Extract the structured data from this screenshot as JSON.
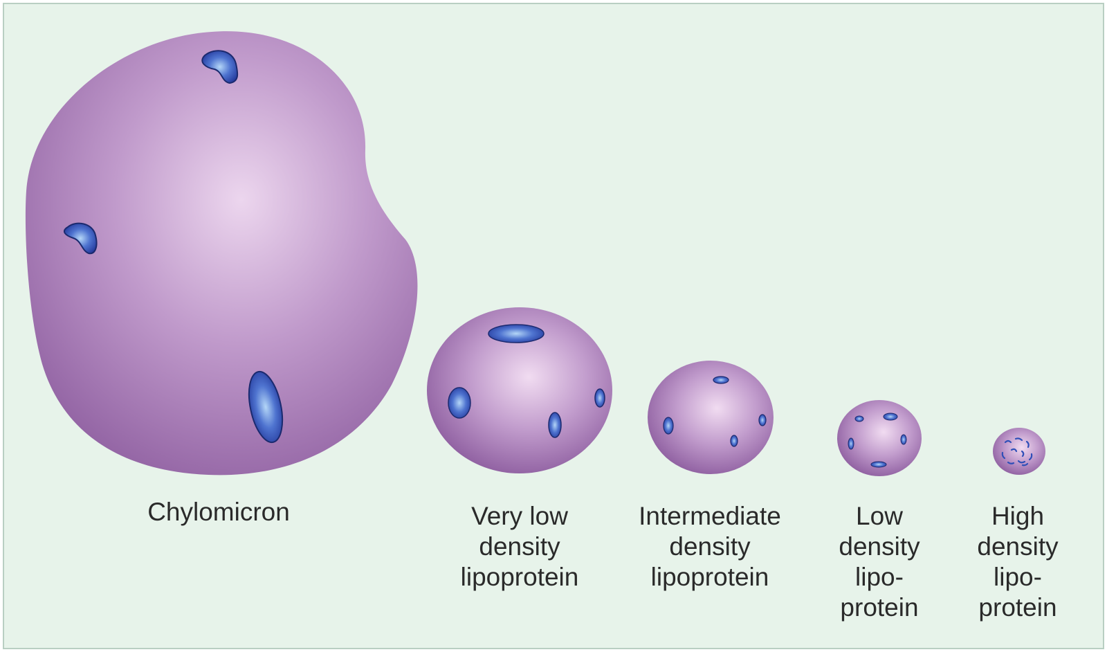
{
  "diagram": {
    "particles": [
      {
        "name": "chylomicron",
        "label_lines": [
          "Chylomicron"
        ]
      },
      {
        "name": "vldl",
        "label_lines": [
          "Very low",
          "density",
          "lipoprotein"
        ]
      },
      {
        "name": "idl",
        "label_lines": [
          "Intermediate",
          "density",
          "lipoprotein"
        ]
      },
      {
        "name": "ldl",
        "label_lines": [
          "Low",
          "density",
          "lipo-",
          "protein"
        ]
      },
      {
        "name": "hdl",
        "label_lines": [
          "High",
          "density",
          "lipo-",
          "protein"
        ]
      }
    ],
    "colors": {
      "background": "#e7f3ea",
      "particle_light": "#ecd4ec",
      "particle_mid": "#b98cc4",
      "particle_dark": "#8a5a9c",
      "protein_blue": "#2f4fb8",
      "protein_light": "#9fc4f4"
    }
  }
}
